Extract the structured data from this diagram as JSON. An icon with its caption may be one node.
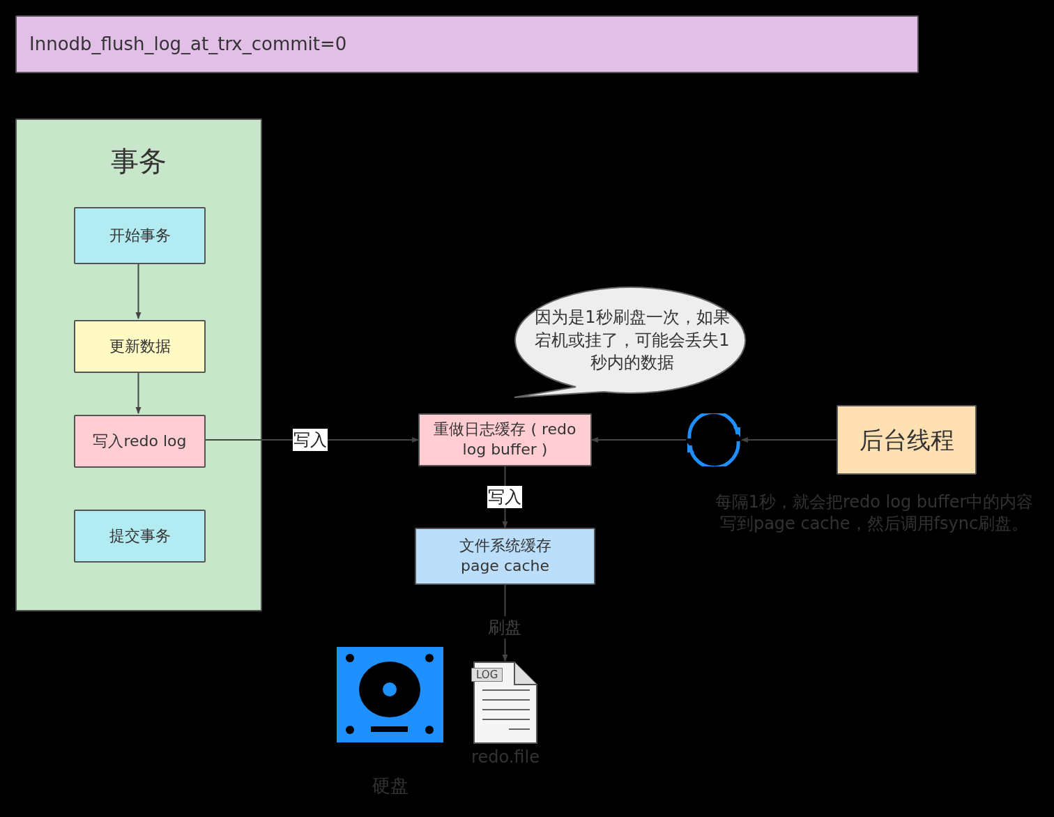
{
  "diagram": {
    "nodes": [
      {
        "text": [
          "Innodb_flush_log_at_trx_commit=0"
        ]
      },
      {
        "text": [
          "事务"
        ]
      },
      {
        "text": [
          "开始事务"
        ],
        "in": 1
      },
      {
        "text": [
          "更新数据"
        ],
        "in": 1
      },
      {
        "text": [
          "写入redo log"
        ],
        "in": 1
      },
      {
        "text": [
          "提交事务"
        ],
        "in": 1
      },
      {
        "text": [
          "因为是1秒刷盘一次，如果宕机或挂了，可能会丢失1秒内的数据"
        ]
      },
      {
        "text": [
          "重做日志缓存 ( redo log buffer )"
        ]
      },
      {
        "text": [],
        "shape": "picture"
      },
      {
        "text": [
          "后台线程"
        ],
        "beside": [
          "每隔1秒，就会把redo log buffer中的内容写到page cache，然后调用fsync刷盘。"
        ]
      },
      {
        "text": [
          "文件系统缓存 page cache"
        ]
      },
      {
        "text": [
          "LOG"
        ],
        "beside": [
          "redo.file"
        ]
      }
    ],
    "edges": [
      {
        "from": 2,
        "to": 3,
        "arrow": "to"
      },
      {
        "from": 3,
        "to": 4,
        "arrow": "to"
      },
      {
        "from": 4,
        "to": 7,
        "arrow": "to",
        "label": "写入"
      },
      {
        "from": 7,
        "to": 10,
        "arrow": "to",
        "label": "写入"
      },
      {
        "from": 10,
        "to": 11,
        "arrow": "to",
        "label": "刷盘"
      },
      {
        "from": 9,
        "to": 8,
        "arrow": "to"
      },
      {
        "from": 8,
        "to": 7,
        "arrow": "to"
      }
    ],
    "labels": [
      "硬盘"
    ]
  }
}
